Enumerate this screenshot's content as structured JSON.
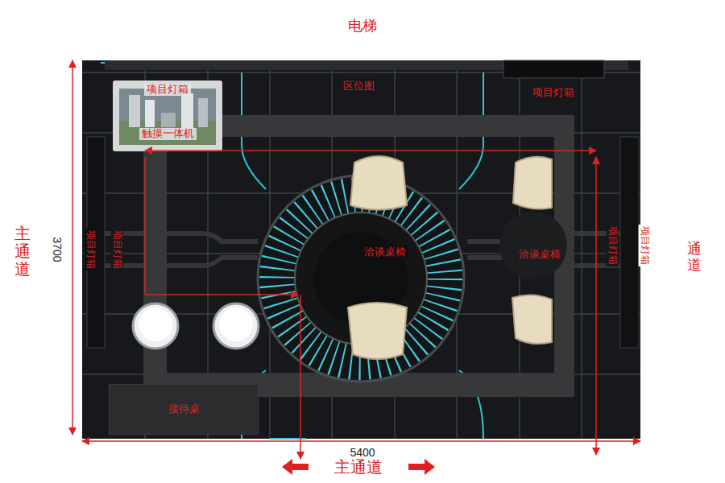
{
  "diagram": {
    "nodes": [
      {
        "text": [
          "项目灯箱",
          "触摸一体机"
        ]
      },
      {
        "text": [
          "接待桌"
        ]
      }
    ],
    "labels": [
      "电梯",
      "区位图",
      "项目灯箱",
      "主通道",
      "3700",
      "项目灯箱",
      "项目灯箱",
      "洽谈桌椅",
      "洽谈桌椅",
      "项目灯箱",
      "项目灯箱",
      "通道",
      "5400",
      "主通道"
    ]
  }
}
